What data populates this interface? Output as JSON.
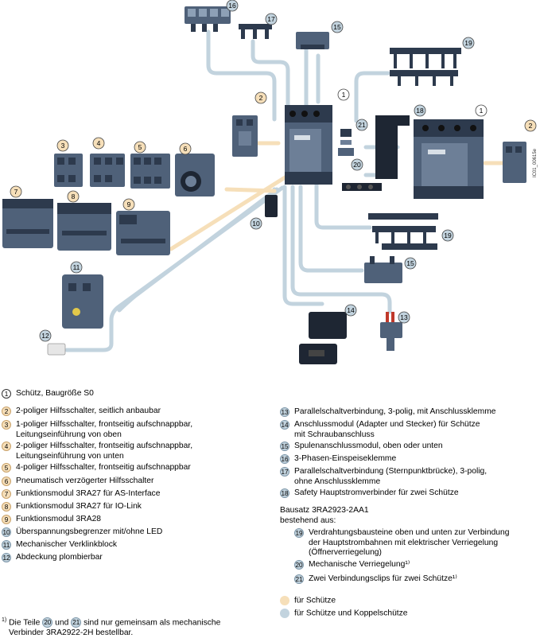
{
  "colors": {
    "orange": "#f6dfb9",
    "blue": "#c2d3de",
    "device": "#4f6179",
    "device_dark": "#2d3a4d"
  },
  "doc_code": "IC01_00615e",
  "left_items": [
    {
      "n": "1",
      "c": "plain",
      "t": "Schütz, Baugröße S0"
    },
    {
      "n": "2",
      "c": "o",
      "t": "2-poliger Hilfsschalter, seitlich anbaubar"
    },
    {
      "n": "3",
      "c": "o",
      "t": "1-poliger Hilfsschalter, frontseitig aufschnappbar,\nLeitungseinführung von oben"
    },
    {
      "n": "4",
      "c": "o",
      "t": "2-poliger Hilfsschalter, frontseitig aufschnappbar,\nLeitungseinführung von unten"
    },
    {
      "n": "5",
      "c": "o",
      "t": "4-poliger Hilfsschalter, frontseitig aufschnappbar"
    },
    {
      "n": "6",
      "c": "o",
      "t": "Pneumatisch verzögerter Hilfsschalter"
    },
    {
      "n": "7",
      "c": "o",
      "t": "Funktionsmodul 3RA27 für AS-Interface"
    },
    {
      "n": "8",
      "c": "o",
      "t": "Funktionsmodul 3RA27 für IO-Link"
    },
    {
      "n": "9",
      "c": "o",
      "t": "Funktionsmodul 3RA28"
    },
    {
      "n": "10",
      "c": "b",
      "t": "Überspannungsbegrenzer mit/ohne LED"
    },
    {
      "n": "11",
      "c": "b",
      "t": "Mechanischer Verklinkblock"
    },
    {
      "n": "12",
      "c": "b",
      "t": "Abdeckung plombierbar"
    }
  ],
  "right_items": [
    {
      "n": "13",
      "c": "b",
      "t": "Parallelschaltverbindung, 3-polig, mit Anschlussklemme"
    },
    {
      "n": "14",
      "c": "b",
      "t": "Anschlussmodul (Adapter und Stecker) für Schütze\nmit Schraubanschluss"
    },
    {
      "n": "15",
      "c": "b",
      "t": "Spulenanschlussmodul, oben oder unten"
    },
    {
      "n": "16",
      "c": "b",
      "t": "3-Phasen-Einspeiseklemme"
    },
    {
      "n": "17",
      "c": "b",
      "t": "Parallelschaltverbindung (Sternpunktbrücke), 3-polig,\nohne Anschlussklemme"
    },
    {
      "n": "18",
      "c": "b",
      "t": "Safety Hauptstromverbinder für zwei Schütze"
    }
  ],
  "kit": {
    "title": "Bausatz 3RA2923-2AA1\nbestehend aus:",
    "items": [
      {
        "n": "19",
        "c": "b",
        "t": "Verdrahtungsbausteine oben und unten zur Verbindung\nder Hauptstrombahnen mit elektrischer Verriegelung\n(Öffnerverriegelung)"
      },
      {
        "n": "20",
        "c": "b",
        "t": "Mechanische Verriegelung¹⁾"
      },
      {
        "n": "21",
        "c": "b",
        "t": "Zwei Verbindungsclips für zwei Schütze¹⁾"
      }
    ]
  },
  "key": {
    "orange_label": "für Schütze",
    "blue_label": "für Schütze und Koppelschütze"
  },
  "footnote": {
    "mark": "1)",
    "pre": "Die Teile",
    "n1": "20",
    "mid": "und",
    "n2": "21",
    "post": "sind nur gemeinsam als mechanische",
    "line2": "Verbinder 3RA2922-2H bestellbar."
  }
}
